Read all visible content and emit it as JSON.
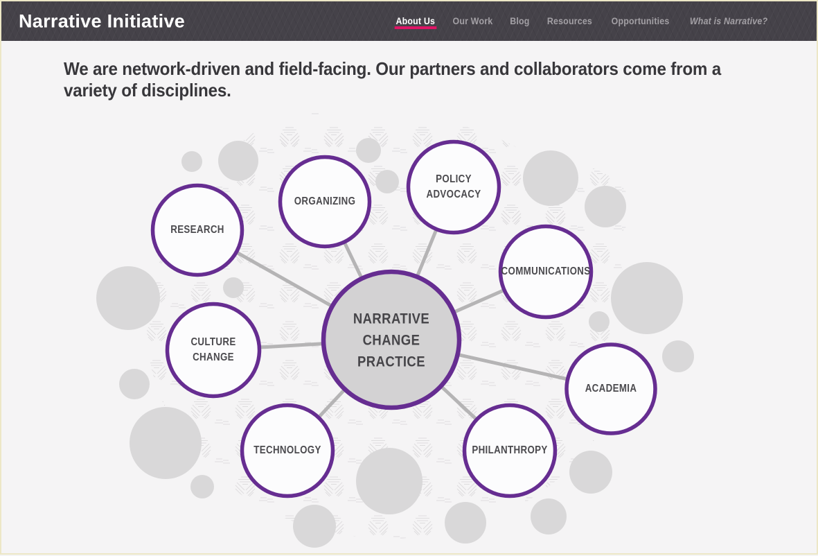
{
  "header": {
    "logo": "Narrative Initiative",
    "nav": [
      {
        "label": "About Us",
        "active": true
      },
      {
        "label": "Our Work"
      },
      {
        "label": "Blog"
      },
      {
        "label": "Resources"
      },
      {
        "label": "Opportunities"
      },
      {
        "label": "What is Narrative?",
        "italic": true
      }
    ]
  },
  "intro": {
    "line1": "We are network-driven and field-facing. Our partners and collaborators come from a",
    "line2": "variety of disciplines."
  },
  "diagram": {
    "center_label": "NARRATIVE\nCHANGE\nPRACTICE",
    "nodes": [
      {
        "label": "RESEARCH"
      },
      {
        "label": "ORGANIZING"
      },
      {
        "label": "POLICY\nADVOCACY"
      },
      {
        "label": "COMMUNICATIONS"
      },
      {
        "label": "ACADEMIA"
      },
      {
        "label": "PHILANTHROPY"
      },
      {
        "label": "TECHNOLOGY"
      },
      {
        "label": "CULTURE\nCHANGE"
      }
    ]
  },
  "colors": {
    "header_bg": "#454249",
    "active_underline_pink": "#de1566",
    "node_border_purple": "#662d91",
    "center_fill_gray": "#d3d2d3",
    "node_fill": "#fcfcfd",
    "connector_gray": "#b5b4b5",
    "decor_circle_gray": "#d9d8d9",
    "page_bg": "#f5f4f5",
    "frame_cream": "#ece7c6"
  }
}
